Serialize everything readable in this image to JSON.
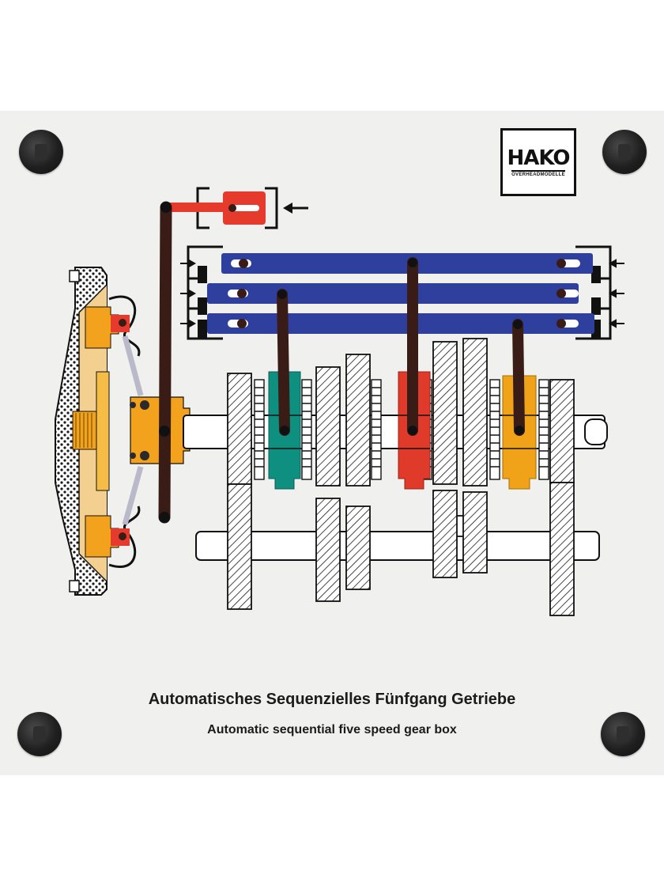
{
  "brand": {
    "logo_word": "HAKO",
    "logo_sub": "OVERHEADMODELLE"
  },
  "titles": {
    "german": "Automatisches Sequenzielles Fünfgang Getriebe",
    "english": "Automatic sequential five speed gear box"
  },
  "colors": {
    "background": "#f0f0ee",
    "selector_rail": "#2f3f9e",
    "shift_rod": "#3a1c16",
    "actuator": "#e53a2c",
    "clutch_orange": "#f2a21c",
    "sleeve_green": "#0f8f7f",
    "sleeve_red": "#e03a2a",
    "sleeve_orange": "#f0a318"
  },
  "icons": [
    "mounting-bolt-icon",
    "pressure-arrow-icon"
  ]
}
